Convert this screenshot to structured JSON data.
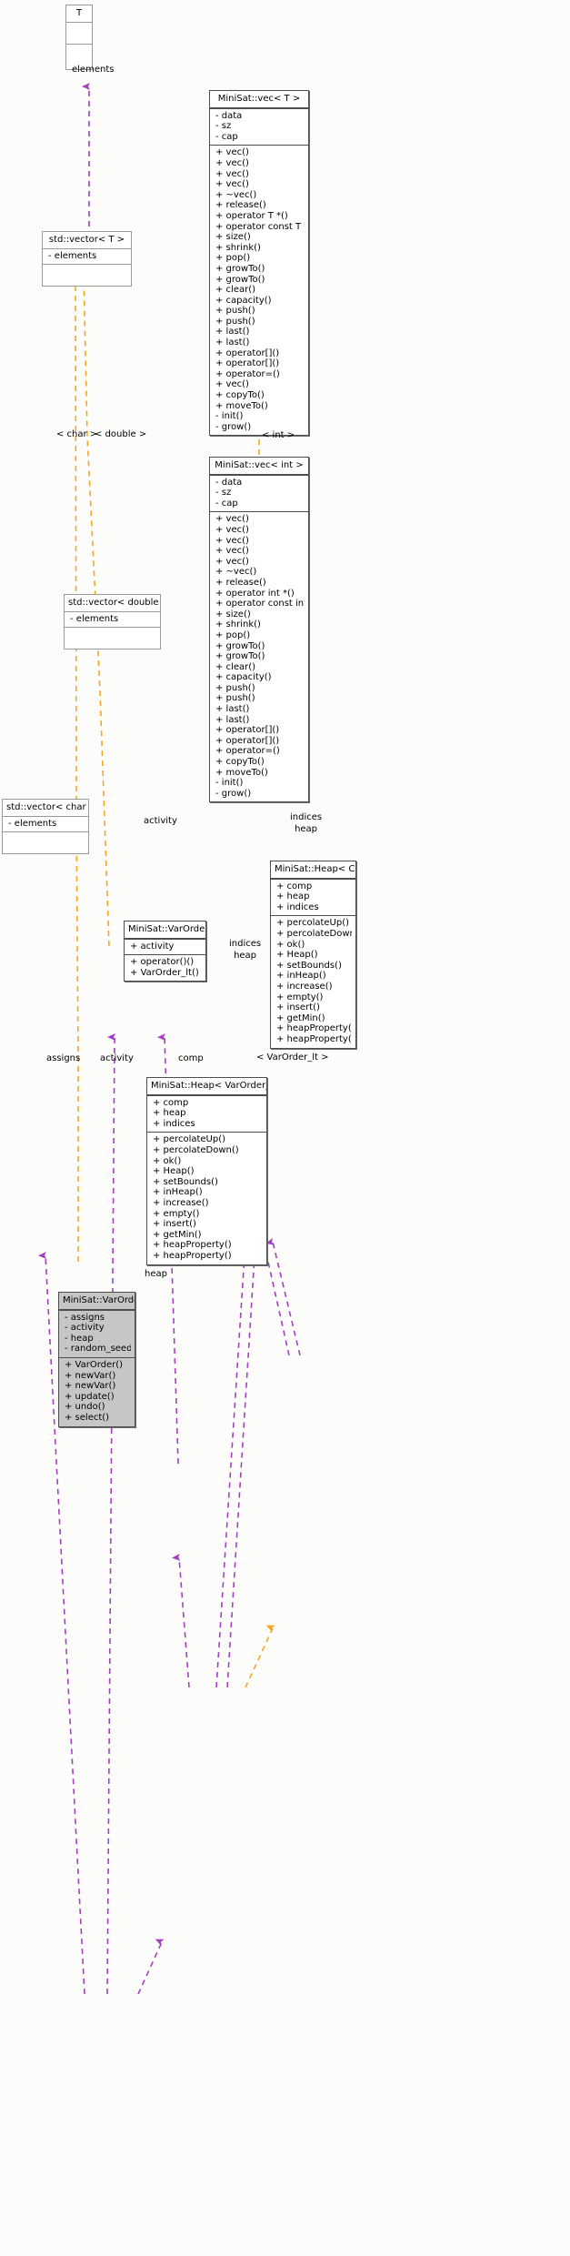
{
  "diagram": {
    "kind": "uml-class-collaboration-diagram",
    "colors": {
      "background": "#fcfdfa",
      "node_fill": "#ffffff",
      "highlight_fill": "#c6c6c6",
      "border": "#9a9a9a",
      "border_strong": "#4d4d4d",
      "inheritance_edge": "#f5a623",
      "usage_edge": "#a43fc2",
      "text": "#000000"
    }
  },
  "nodes": [
    {
      "id": "t",
      "title": "T",
      "attributes": [],
      "methods": []
    },
    {
      "id": "minisat-vec-t",
      "title": "MiniSat::vec< T >",
      "attributes": [
        "- data",
        "- sz",
        "- cap"
      ],
      "methods": [
        "+ vec()",
        "+ vec()",
        "+ vec()",
        "+ vec()",
        "+ ~vec()",
        "+ release()",
        "+ operator T *()",
        "+ operator const T *()",
        "+ size()",
        "+ shrink()",
        "+ pop()",
        "+ growTo()",
        "+ growTo()",
        "+ clear()",
        "+ capacity()",
        "+ push()",
        "+ push()",
        "+ last()",
        "+ last()",
        "+ operator[]()",
        "+ operator[]()",
        "+ operator=()",
        "+ vec()",
        "+ copyTo()",
        "+ moveTo()",
        "- init()",
        "- grow()"
      ]
    },
    {
      "id": "std-vector-t",
      "title": "std::vector< T >",
      "attributes": [
        "- elements"
      ],
      "methods": []
    },
    {
      "id": "minisat-vec-int",
      "title": "MiniSat::vec< int >",
      "attributes": [
        "- data",
        "- sz",
        "- cap"
      ],
      "methods": [
        "+ vec()",
        "+ vec()",
        "+ vec()",
        "+ vec()",
        "+ vec()",
        "+ ~vec()",
        "+ release()",
        "+ operator int *()",
        "+ operator const int *()",
        "+ size()",
        "+ shrink()",
        "+ pop()",
        "+ growTo()",
        "+ growTo()",
        "+ clear()",
        "+ capacity()",
        "+ push()",
        "+ push()",
        "+ last()",
        "+ last()",
        "+ operator[]()",
        "+ operator[]()",
        "+ operator=()",
        "+ copyTo()",
        "+ moveTo()",
        "- init()",
        "- grow()"
      ]
    },
    {
      "id": "std-vector-double",
      "title": "std::vector< double >",
      "attributes": [
        "- elements"
      ],
      "methods": []
    },
    {
      "id": "std-vector-char",
      "title": "std::vector< char >",
      "attributes": [
        "- elements"
      ],
      "methods": []
    },
    {
      "id": "minisat-heap-c",
      "title": "MiniSat::Heap< C >",
      "attributes": [
        "+ comp",
        "+ heap",
        "+ indices"
      ],
      "methods": [
        "+ percolateUp()",
        "+ percolateDown()",
        "+ ok()",
        "+ Heap()",
        "+ setBounds()",
        "+ inHeap()",
        "+ increase()",
        "+ empty()",
        "+ insert()",
        "+ getMin()",
        "+ heapProperty()",
        "+ heapProperty()"
      ]
    },
    {
      "id": "minisat-varorder-lt",
      "title": "MiniSat::VarOrder_lt",
      "attributes": [
        "+ activity"
      ],
      "methods": [
        "+ operator()()",
        "+ VarOrder_lt()"
      ]
    },
    {
      "id": "minisat-heap-varorder-lt",
      "title": "MiniSat::Heap< VarOrder_lt >",
      "attributes": [
        "+ comp",
        "+ heap",
        "+ indices"
      ],
      "methods": [
        "+ percolateUp()",
        "+ percolateDown()",
        "+ ok()",
        "+ Heap()",
        "+ setBounds()",
        "+ inHeap()",
        "+ increase()",
        "+ empty()",
        "+ insert()",
        "+ getMin()",
        "+ heapProperty()",
        "+ heapProperty()"
      ]
    },
    {
      "id": "minisat-varorder",
      "title": "MiniSat::VarOrder",
      "attributes": [
        "- assigns",
        "- activity",
        "- heap",
        "- random_seed"
      ],
      "methods": [
        "+ VarOrder()",
        "+ newVar()",
        "+ newVar()",
        "+ update()",
        "+ undo()",
        "+ select()"
      ]
    }
  ],
  "edge_labels": [
    {
      "id": "elements-t",
      "text": "elements"
    },
    {
      "id": "tmpl-char",
      "text": "< char >"
    },
    {
      "id": "tmpl-double",
      "text": "< double >"
    },
    {
      "id": "tmpl-int",
      "text": "< int >"
    },
    {
      "id": "activity-upper",
      "text": "activity"
    },
    {
      "id": "indices-heap-upper",
      "text": "indices\nheap"
    },
    {
      "id": "indices-heap-lower",
      "text": "indices\nheap"
    },
    {
      "id": "tmpl-varorder-lt",
      "text": "< VarOrder_lt >"
    },
    {
      "id": "assigns",
      "text": "assigns"
    },
    {
      "id": "activity-lower",
      "text": "activity"
    },
    {
      "id": "comp",
      "text": "comp"
    },
    {
      "id": "heap",
      "text": "heap"
    }
  ]
}
